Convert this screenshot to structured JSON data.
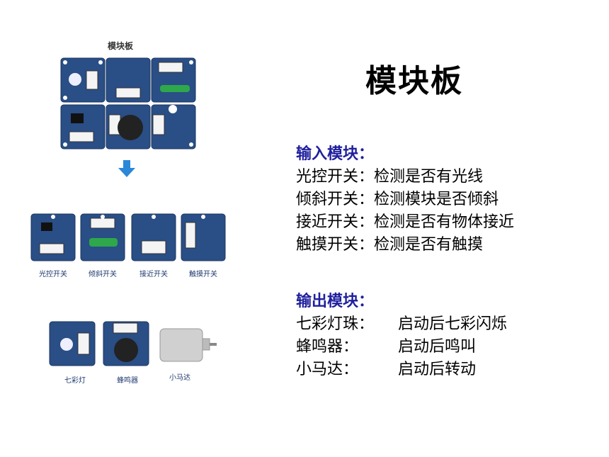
{
  "title": "模块板",
  "board_caption": "模块板",
  "input": {
    "heading": "输入模块：",
    "items": [
      {
        "name": "光控开关：",
        "desc": "检测是否有光线"
      },
      {
        "name": "倾斜开关：",
        "desc": "检测模块是否倾斜"
      },
      {
        "name": "接近开关：",
        "desc": "检测是否有物体接近"
      },
      {
        "name": "触摸开关：",
        "desc": "检测是否有触摸"
      }
    ]
  },
  "output": {
    "heading": "输出模块：",
    "items": [
      {
        "name": "七彩灯珠：",
        "desc": "启动后七彩闪烁"
      },
      {
        "name": "蜂鸣器：",
        "desc": "启动后鸣叫"
      },
      {
        "name": "小马达：",
        "desc": "启动后转动"
      }
    ]
  },
  "input_captions": [
    "光控开关",
    "倾斜开关",
    "接近开关",
    "触摸开关"
  ],
  "output_captions": [
    "七彩灯",
    "蜂鸣器",
    "小马达"
  ],
  "colors": {
    "board": "#2a4e86",
    "heading": "#1f1f9e",
    "arrow": "#2b88d8",
    "green_part": "#2ea84a"
  }
}
